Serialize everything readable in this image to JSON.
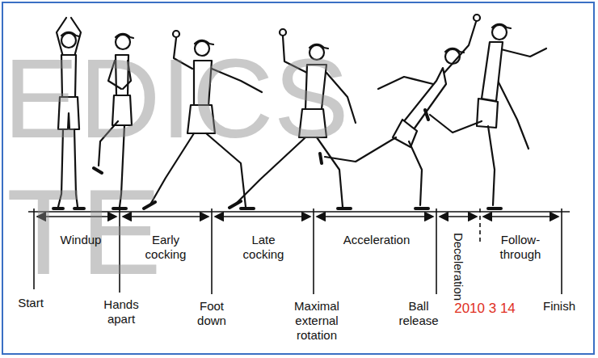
{
  "diagram": {
    "labels": [
      "EDICS",
      "TE",
      "Windup",
      "Early cocking",
      "Late cocking",
      "Acceleration",
      "Deceleration",
      "Follow-through",
      "Start",
      "Hands apart",
      "Foot down",
      "Maximal external rotation",
      "Ball release",
      "2010 3 14",
      "Finish"
    ]
  }
}
